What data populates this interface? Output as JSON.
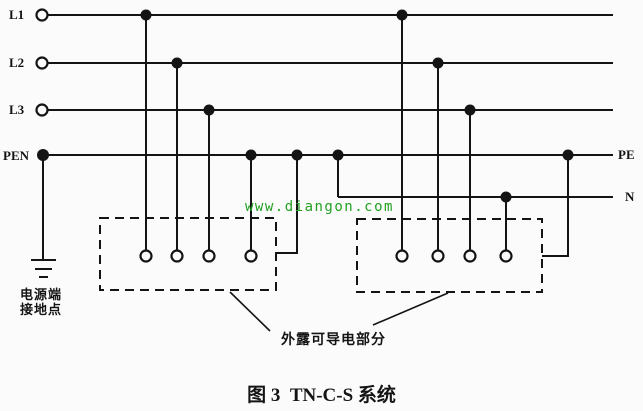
{
  "diagram": {
    "type": "electrical-earthing-system-diagram",
    "caption": "图 3  TN-C-S 系统",
    "watermark": "www.diangon.com",
    "conductor_labels": {
      "l1": "L1",
      "l2": "L2",
      "l3": "L3",
      "pen": "PEN",
      "pe": "PE",
      "n": "N"
    },
    "ground_label": {
      "line1": "电源端",
      "line2": "接地点"
    },
    "exposed_parts_label": "外露可导电部分",
    "colors": {
      "line": "#141414",
      "watermark_green": "#21a121",
      "background": "#fbfbfb"
    }
  }
}
